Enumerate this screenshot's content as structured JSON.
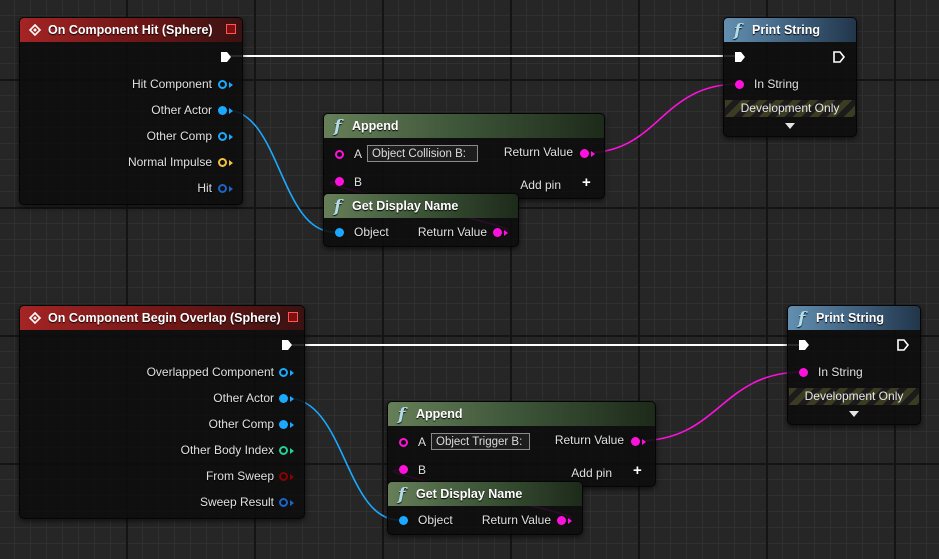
{
  "colors": {
    "exec": "#ffffff",
    "object": "#1aa9ff",
    "string": "#ff11dd",
    "vector": "#f3c43a",
    "struct": "#1b64c8",
    "name": "#1ed29a",
    "bool": "#8c0000"
  },
  "group1": {
    "event": {
      "title": "On Component Hit (Sphere)",
      "pins": [
        "Hit Component",
        "Other Actor",
        "Other Comp",
        "Normal Impulse",
        "Hit"
      ]
    },
    "append": {
      "title": "Append",
      "pin_a": "A",
      "a_value": "Object Collision B:",
      "pin_b": "B",
      "return_label": "Return Value",
      "add_pin": "Add pin"
    },
    "display": {
      "title": "Get Display Name",
      "object_label": "Object",
      "return_label": "Return Value"
    },
    "print": {
      "title": "Print String",
      "in_string": "In String",
      "dev_only": "Development Only"
    }
  },
  "group2": {
    "event": {
      "title": "On Component Begin Overlap (Sphere)",
      "pins": [
        "Overlapped Component",
        "Other Actor",
        "Other Comp",
        "Other Body Index",
        "From Sweep",
        "Sweep Result"
      ]
    },
    "append": {
      "title": "Append",
      "pin_a": "A",
      "a_value": "Object Trigger B:",
      "pin_b": "B",
      "return_label": "Return Value",
      "add_pin": "Add pin"
    },
    "display": {
      "title": "Get Display Name",
      "object_label": "Object",
      "return_label": "Return Value"
    },
    "print": {
      "title": "Print String",
      "in_string": "In String",
      "dev_only": "Development Only"
    }
  }
}
